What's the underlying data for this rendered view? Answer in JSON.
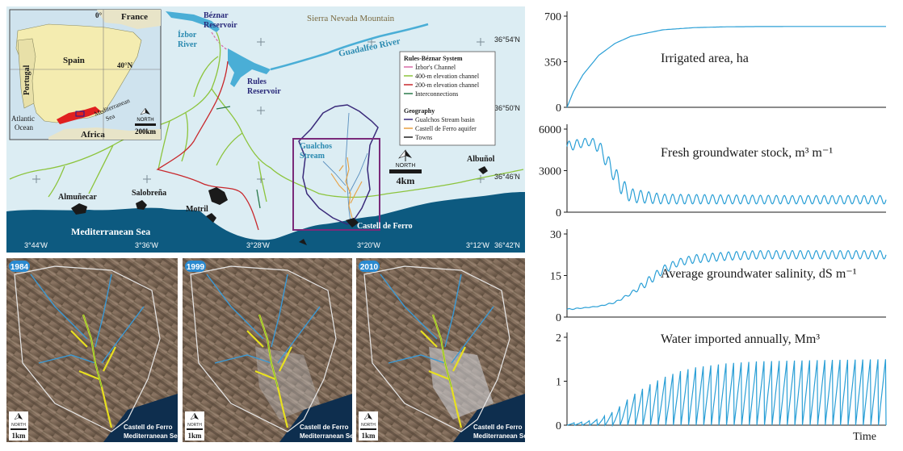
{
  "map": {
    "title_mountain": "Sierra Nevada Mountain",
    "sea": "Mediterranean Sea",
    "reservoirs": {
      "beznar": [
        "Béznar",
        "Reservoir"
      ],
      "rules": [
        "Rules",
        "Reservoir"
      ]
    },
    "rivers": {
      "izbor": [
        "Ízbor",
        "River"
      ],
      "guadalfeo": "Guadalfeo River"
    },
    "stream": [
      "Gualchos",
      "Stream"
    ],
    "towns": [
      "Almuñecar",
      "Salobreña",
      "Motril",
      "Castell de Ferro",
      "Albuñol"
    ],
    "lat_labels": [
      "36°54'N",
      "36°50'N",
      "36°46'N",
      "36°42'N"
    ],
    "lon_labels": [
      "3°44'W",
      "3°36'W",
      "3°28'W",
      "3°20'W",
      "3°12'W"
    ],
    "scale": "4km",
    "north": "NORTH",
    "legend": {
      "title1": "Rules-Béznar System",
      "items1": [
        {
          "label": "Ízbor's Channel",
          "color": "#d96aa8"
        },
        {
          "label": "400-m elevation channel",
          "color": "#8cc43c"
        },
        {
          "label": "200-m elevation channel",
          "color": "#c8282c"
        },
        {
          "label": "Interconnections",
          "color": "#2a7a4a"
        }
      ],
      "title2": "Geography",
      "items2": [
        {
          "label": "Gualchos Stream basin",
          "color": "#3a2a7a"
        },
        {
          "label": "Castell de Ferro aquifer",
          "color": "#e8a040"
        },
        {
          "label": "Towns",
          "color": "#222222"
        }
      ]
    }
  },
  "inset": {
    "countries": [
      "France",
      "Spain",
      "Portugal",
      "Africa"
    ],
    "water": [
      "Atlantic",
      "Ocean",
      "Mediterranean",
      "Sea"
    ],
    "grid": [
      "0°",
      "40°N"
    ],
    "scale": "200km",
    "north": "NORTH"
  },
  "photos": [
    {
      "year": "1984",
      "label1": "Castell de Ferro",
      "label2": "Mediterranean Sea",
      "scale": "1km",
      "north": "NORTH"
    },
    {
      "year": "1999",
      "label1": "Castell de Ferro",
      "label2": "Mediterranean Sea",
      "scale": "1km",
      "north": "NORTH"
    },
    {
      "year": "2010",
      "label1": "Castell de Ferro",
      "label2": "Mediterranean Sea",
      "scale": "1km",
      "north": "NORTH"
    }
  ],
  "chart_data": [
    {
      "type": "line",
      "title": "Irrigated area, ha",
      "ylim": [
        0,
        700
      ],
      "yticks": [
        "0",
        "350",
        "700"
      ],
      "x": [
        0,
        0.02,
        0.05,
        0.1,
        0.15,
        0.2,
        0.3,
        0.4,
        0.5,
        0.6,
        0.8,
        1.0
      ],
      "values": [
        0,
        120,
        250,
        400,
        490,
        545,
        595,
        612,
        618,
        620,
        621,
        621
      ],
      "color": "#2a9fd6"
    },
    {
      "type": "line",
      "title": "Fresh groundwater stock, m³ m⁻¹",
      "ylim": [
        0,
        6000
      ],
      "yticks": [
        "0",
        "3000",
        "6000"
      ],
      "envelope_x": [
        0,
        0.02,
        0.05,
        0.07,
        0.1,
        0.12,
        0.15,
        0.17,
        0.2,
        0.3,
        0.5,
        0.7,
        1.0
      ],
      "envelope_high": [
        5100,
        5200,
        5300,
        5400,
        5200,
        4400,
        3300,
        2500,
        1700,
        1300,
        1250,
        1200,
        1200
      ],
      "envelope_low": [
        4400,
        4500,
        4700,
        4800,
        4300,
        3400,
        2100,
        1300,
        700,
        600,
        600,
        600,
        600
      ],
      "color": "#2a9fd6"
    },
    {
      "type": "line",
      "title": "Average groundwater salinity, dS m⁻¹",
      "ylim": [
        0,
        30
      ],
      "yticks": [
        "0",
        "15",
        "30"
      ],
      "envelope_x": [
        0,
        0.05,
        0.1,
        0.15,
        0.2,
        0.25,
        0.3,
        0.35,
        0.4,
        0.5,
        0.6,
        0.8,
        1.0
      ],
      "envelope_high": [
        3,
        3.4,
        4,
        5.5,
        9,
        14,
        18.5,
        21,
        22.5,
        23.5,
        24,
        24,
        24
      ],
      "envelope_low": [
        2.5,
        3.2,
        3.8,
        5,
        8,
        11,
        15.5,
        18.5,
        19.5,
        20.5,
        21,
        21,
        21
      ],
      "color": "#2a9fd6"
    },
    {
      "type": "line",
      "title": "Water imported annually, Mm³",
      "ylim": [
        0,
        2
      ],
      "yticks": [
        "0",
        "1",
        "2"
      ],
      "xlabel": "Time",
      "envelope_x": [
        0,
        0.05,
        0.1,
        0.15,
        0.2,
        0.25,
        0.3,
        0.35,
        0.4,
        0.5,
        0.6,
        0.8,
        1.0
      ],
      "envelope_high": [
        0.04,
        0.08,
        0.15,
        0.35,
        0.7,
        0.95,
        1.15,
        1.3,
        1.4,
        1.5,
        1.55,
        1.58,
        1.6
      ],
      "envelope_low": [
        0,
        0,
        0,
        0,
        0,
        0,
        0,
        0,
        0,
        0,
        0,
        0,
        0
      ],
      "color": "#2a9fd6"
    }
  ]
}
